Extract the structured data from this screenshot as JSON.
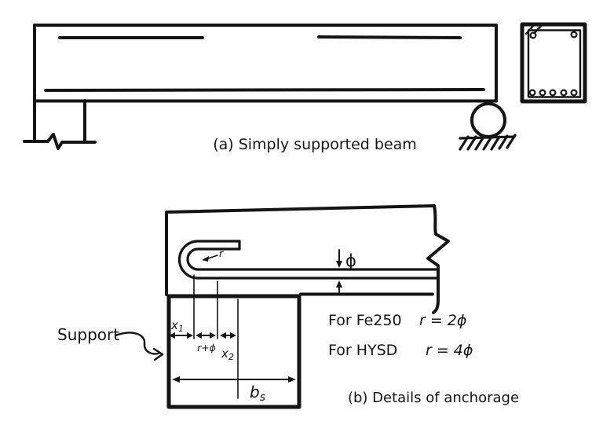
{
  "colors": {
    "ink": "#141414",
    "support_fill": "#dcdcdc",
    "paper": "#ffffff"
  },
  "panel_a": {
    "caption": "(a) Simply supported beam"
  },
  "panel_b": {
    "caption": "(b) Details of anchorage",
    "support_label": "Support",
    "bar_diameter_symbol": "ϕ",
    "bend_radius_symbol": "r",
    "dim_x1_base": "x",
    "dim_x1_sub": "1",
    "dim_r_plus_phi": "r+ϕ",
    "dim_x2_base": "x",
    "dim_x2_sub": "2",
    "dim_bs_base": "b",
    "dim_bs_sub": "s",
    "notes": [
      {
        "condition": "For Fe250",
        "value": "r = 2ϕ"
      },
      {
        "condition": "For HYSD",
        "value": "r = 4ϕ"
      }
    ]
  }
}
